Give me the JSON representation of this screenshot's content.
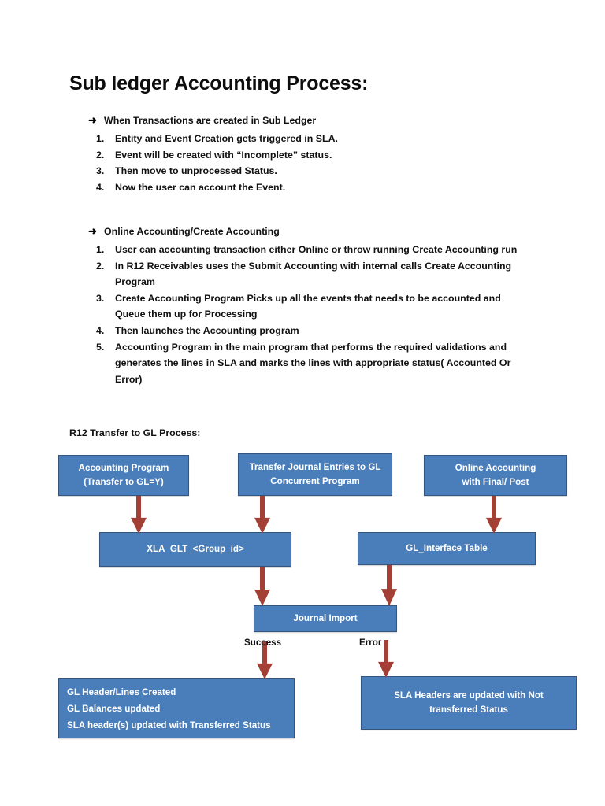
{
  "document": {
    "title": "Sub ledger Accounting Process:"
  },
  "sections": [
    {
      "bullet_icon": "right-arrow-bullet",
      "heading": "When Transactions are created in Sub Ledger",
      "items": [
        "Entity and Event Creation gets triggered in SLA.",
        "Event will be created with “Incomplete” status.",
        "Then move to unprocessed Status.",
        "Now the user can account the Event."
      ]
    },
    {
      "bullet_icon": "right-arrow-bullet",
      "heading": "Online Accounting/Create Accounting",
      "items": [
        "User can accounting transaction either Online or throw running  Create Accounting run",
        "In R12 Receivables uses the Submit Accounting with internal calls Create Accounting Program",
        "Create Accounting Program Picks up all the events that needs to be accounted and Queue them up for Processing",
        "Then launches the Accounting program",
        "Accounting Program in the main program that performs the required validations and generates the lines in SLA and marks the lines with appropriate status( Accounted Or Error)"
      ]
    }
  ],
  "diagram": {
    "title": "R12 Transfer to GL Process:",
    "colors": {
      "node_fill": "#4a7ebb",
      "node_border": "#35557f",
      "node_text": "#ffffff",
      "arrow": "#a43f36",
      "page_background": "#ffffff"
    },
    "nodes": {
      "accounting_program": {
        "line1": "Accounting Program",
        "line2": "(Transfer to GL=Y)"
      },
      "transfer_journal": {
        "line1": "Transfer Journal Entries to GL",
        "line2": "Concurrent Program"
      },
      "online_accounting": {
        "line1": "Online Accounting",
        "line2": "with Final/ Post"
      },
      "xla_glt": {
        "line1": "XLA_GLT_<Group_id>"
      },
      "gl_interface": {
        "line1": "GL_Interface Table"
      },
      "journal_import": {
        "line1": "Journal Import"
      },
      "gl_header_lines": {
        "line1": "GL Header/Lines Created",
        "line2": "GL Balances updated",
        "line3": "SLA header(s) updated with Transferred Status"
      },
      "sla_not_transferred": {
        "line1": "SLA Headers are updated with Not",
        "line2": "transferred Status"
      }
    },
    "edge_labels": {
      "success": "Success",
      "error": "Error"
    }
  }
}
